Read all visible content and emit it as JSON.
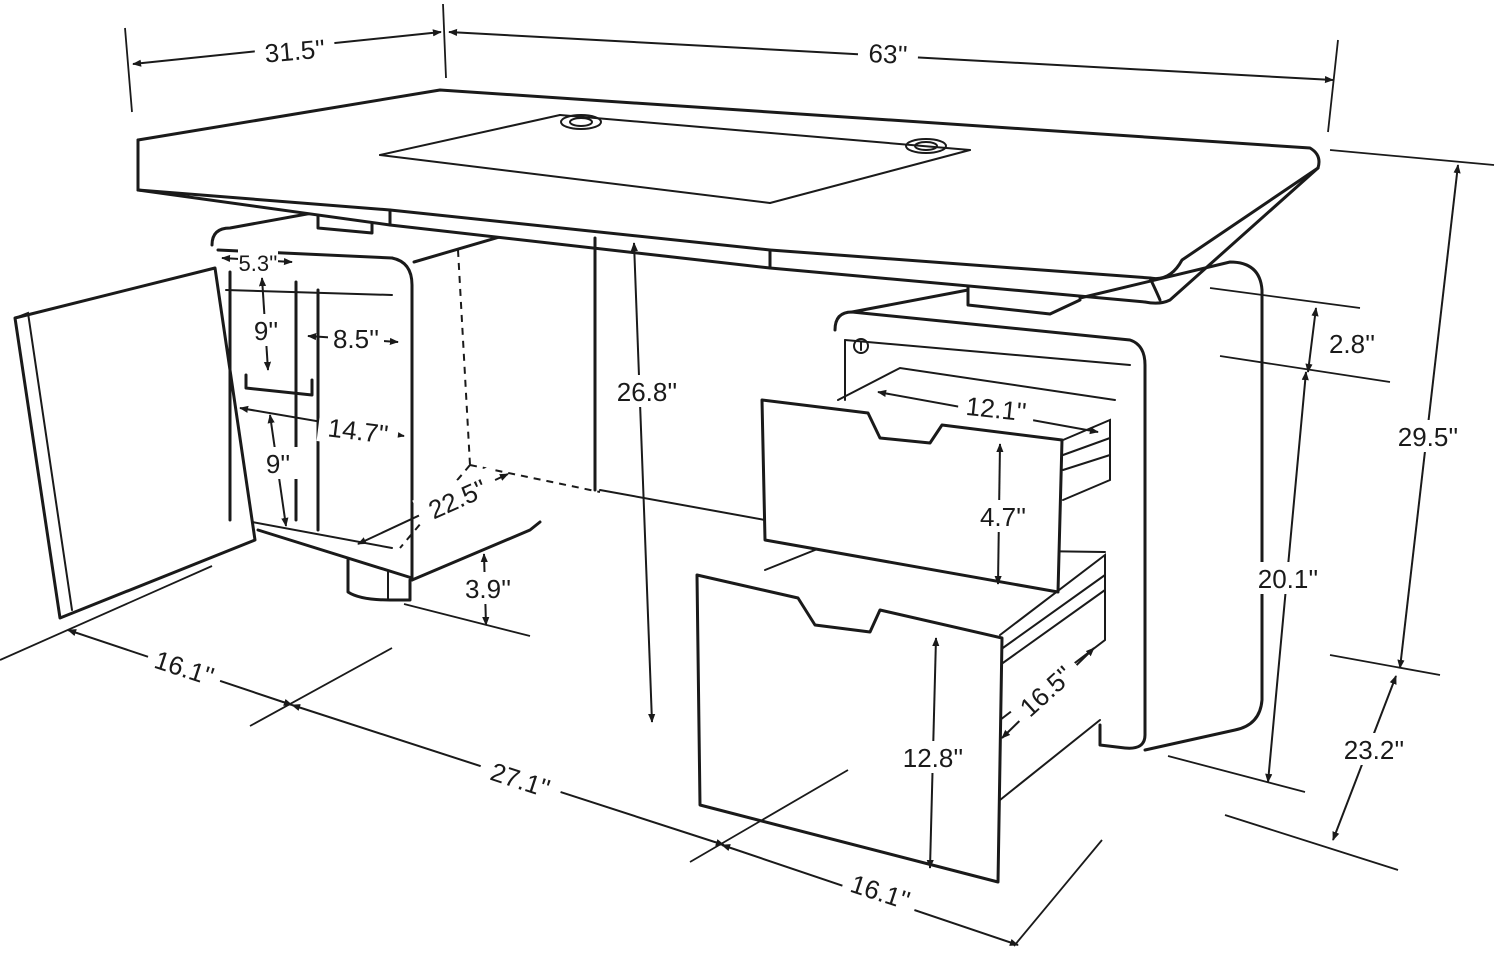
{
  "dimensions": {
    "top_depth": "31.5''",
    "top_width": "63''",
    "cabinet_door_width": "5.3''",
    "shelf_upper_height": "9''",
    "shelf_depth_upper": "8.5''",
    "shelf_inner_width": "14.7''",
    "shelf_lower_height": "9''",
    "cabinet_depth": "22.5''",
    "leg_clearance": "26.8''",
    "foot_height": "3.9''",
    "drawer_top_gap": "2.8''",
    "drawer_inner_width": "12.1''",
    "drawer_small_height": "4.7''",
    "total_height": "29.5''",
    "pedestal_height": "20.1''",
    "drawer_large_depth": "16.5''",
    "drawer_large_height": "12.8''",
    "pedestal_depth": "23.2''",
    "left_cabinet_width": "16.1''",
    "knee_space_width": "27.1''",
    "right_pedestal_width": "16.1''"
  }
}
